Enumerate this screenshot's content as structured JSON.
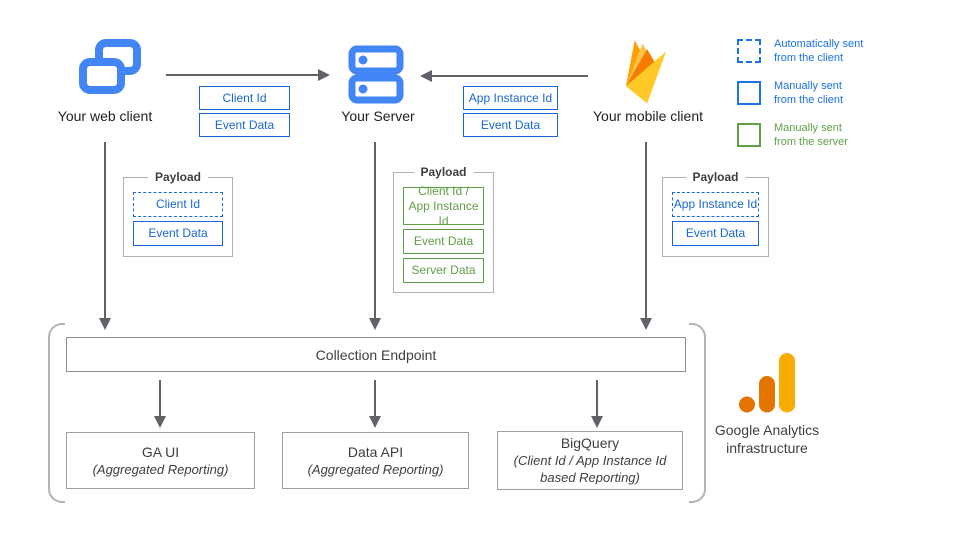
{
  "clients": {
    "web": {
      "label": "Your web client"
    },
    "server": {
      "label": "Your Server"
    },
    "mobile": {
      "label": "Your mobile client"
    }
  },
  "flow_labels": {
    "web_to_server": [
      "Client Id",
      "Event Data"
    ],
    "mobile_to_server": [
      "App Instance Id",
      "Event Data"
    ]
  },
  "payloads": {
    "title": "Payload",
    "web": [
      "Client Id",
      "Event Data"
    ],
    "server": [
      "Client Id /\nApp Instance Id",
      "Event Data",
      "Server Data"
    ],
    "mobile": [
      "App Instance Id",
      "Event Data"
    ]
  },
  "legend": [
    {
      "label": "Automatically sent\nfrom the client",
      "style": "dashed-blue"
    },
    {
      "label": "Manually sent\nfrom the client",
      "style": "solid-blue"
    },
    {
      "label": "Manually sent\nfrom the server",
      "style": "solid-green"
    }
  ],
  "infrastructure": {
    "collection_endpoint": "Collection Endpoint",
    "outputs": [
      {
        "title": "GA UI",
        "subtitle": "(Aggregated Reporting)"
      },
      {
        "title": "Data API",
        "subtitle": "(Aggregated Reporting)"
      },
      {
        "title": "BigQuery",
        "subtitle": "(Client Id / App Instance Id based Reporting)"
      }
    ],
    "label": "Google Analytics\ninfrastructure"
  },
  "colors": {
    "icon_blue": "#4285F4",
    "box_blue": "#1967D2",
    "legend_blue": "#1A73E8",
    "green": "#5FA047",
    "arrow_gray": "#5F6368",
    "border_gray": "#9E9E9E",
    "firebase_orange": "#FFA000",
    "firebase_dark_orange": "#F57C00",
    "firebase_yellow": "#FFCA28",
    "ga_dark_orange": "#E37400",
    "ga_amber": "#F9AB00"
  }
}
